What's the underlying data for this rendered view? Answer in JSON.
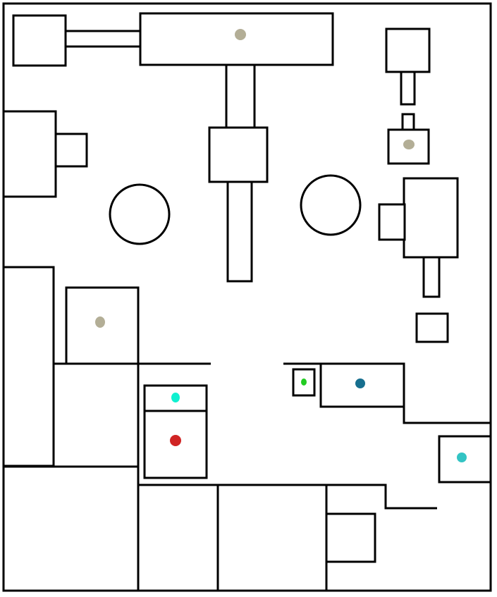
{
  "colors": {
    "outline": "#000000",
    "background": "#ffffff",
    "marker_tan": "#b3ae96",
    "marker_cyan": "#10f0d0",
    "marker_red": "#d02424",
    "marker_green": "#22cc22",
    "marker_teal": "#176f8f",
    "marker_aqua": "#33c4c4"
  },
  "markers": [
    {
      "id": "top-table",
      "color_key": "marker_tan"
    },
    {
      "id": "right-small-box",
      "color_key": "marker_tan"
    },
    {
      "id": "left-box",
      "color_key": "marker_tan"
    },
    {
      "id": "cabinet-top",
      "color_key": "marker_cyan"
    },
    {
      "id": "cabinet-bottom",
      "color_key": "marker_red"
    },
    {
      "id": "small-box",
      "color_key": "marker_green"
    },
    {
      "id": "counter",
      "color_key": "marker_teal"
    },
    {
      "id": "right-box",
      "color_key": "marker_aqua"
    }
  ]
}
